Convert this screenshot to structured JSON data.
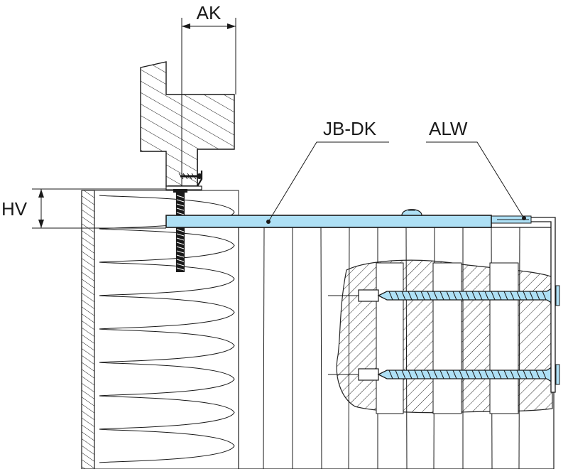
{
  "labels": {
    "ak": "AK",
    "hv": "HV",
    "jb_dk": "JB-DK",
    "alw": "ALW"
  },
  "colors": {
    "bracket": "#aee0f5",
    "line": "#1a1a1a",
    "background": "#ffffff"
  },
  "icons": {
    "wood_screw": "wood-screw-icon",
    "anchor_screw": "anchor-screw-icon"
  }
}
